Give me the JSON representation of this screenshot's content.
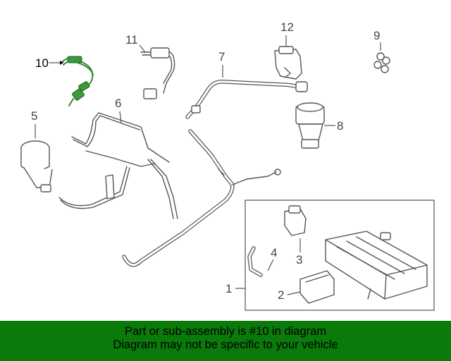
{
  "callouts": {
    "c1": "1",
    "c2": "2",
    "c3": "3",
    "c4": "4",
    "c5": "5",
    "c6": "6",
    "c7": "7",
    "c8": "8",
    "c9": "9",
    "c10": "10",
    "c11": "11",
    "c12": "12"
  },
  "highlighted_part": "10",
  "colors": {
    "highlight": "#3b9a3b",
    "banner": "#0a7a0a",
    "linework": "#555555"
  },
  "banner": {
    "line1": "Part or sub-assembly is #10 in diagram",
    "line2": "Diagram may not be specific to your vehicle"
  }
}
